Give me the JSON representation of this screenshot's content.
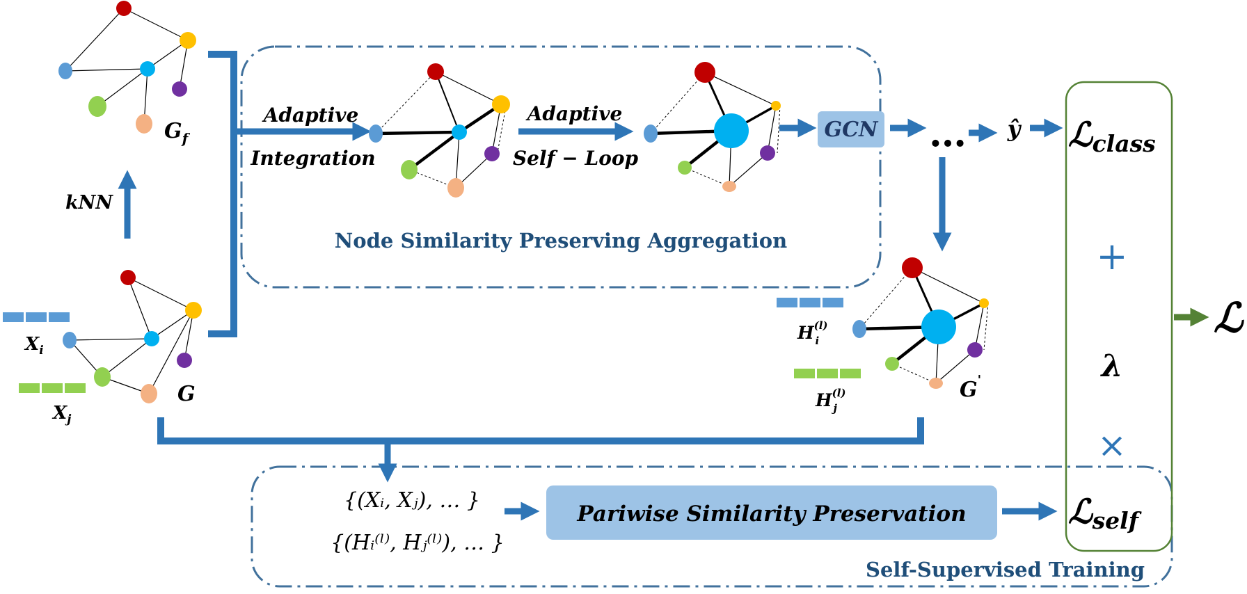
{
  "colors": {
    "arrow": "#2e75b6",
    "dash_box": "#41719c",
    "gcn_fill": "#9dc3e6",
    "gcn_text": "#1f3864",
    "pairwise_fill": "#9dc3e6",
    "title_blue": "#1f4e79",
    "green_box": "#548235",
    "node_red": "#c00000",
    "node_yellow": "#ffc000",
    "node_cyan": "#00b0f0",
    "node_lightblue": "#5b9bd5",
    "node_green": "#92d050",
    "node_purple": "#7030a0",
    "node_peach": "#f4b183",
    "feat_blue": "#5b9bd5",
    "feat_green": "#92d050"
  },
  "labels": {
    "g_f": "G",
    "g_f_sub": "f",
    "g": "G",
    "g_prime": "G",
    "g_prime_mark": "'",
    "knn": "kNN",
    "x_i": "X",
    "x_i_sub": "i",
    "x_j": "X",
    "x_j_sub": "j",
    "adaptive_1": "Adaptive",
    "integration": "Integration",
    "adaptive_2": "Adaptive",
    "self_loop": "Self − Loop",
    "gcn": "GCN",
    "dots": "…",
    "y_hat": "ŷ",
    "nspa_title": "Node Similarity Preserving Aggregation",
    "h_i": "H",
    "h_i_sup": "(l)",
    "h_i_sub": "i",
    "h_j": "H",
    "h_j_sup": "(l)",
    "h_j_sub": "j",
    "pair_x_line": "{(Xᵢ, Xⱼ), … }",
    "pair_h_line": "{(Hᵢ⁽ˡ⁾, Hⱼ⁽ˡ⁾), … }",
    "pairwise": "Pariwise Similarity Preservation",
    "sst_title": "Self-Supervised Training",
    "l_class": "ℒ",
    "l_class_sub": "class",
    "plus": "+",
    "lambda": "λ",
    "times": "×",
    "l_self": "ℒ",
    "l_self_sub": "self",
    "l_total": "ℒ"
  }
}
